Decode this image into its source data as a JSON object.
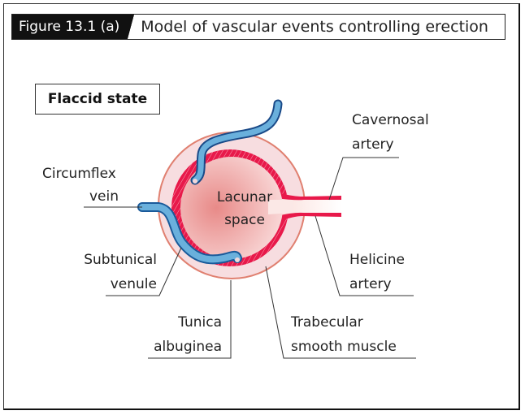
{
  "figure": {
    "number_label": "Figure 13.1 (a)",
    "title": "Model of vascular events controlling erection"
  },
  "state_label": "Flaccid state",
  "center_label": [
    "Lacunar",
    "space"
  ],
  "labels": {
    "circumflex_vein": [
      "Circumflex",
      "vein"
    ],
    "cavernosal_artery": [
      "Cavernosal",
      "artery"
    ],
    "subtunical_venule": [
      "Subtunical",
      "venule"
    ],
    "helicine_artery": [
      "Helicine",
      "artery"
    ],
    "tunica_albuginea": [
      "Tunica",
      "albuginea"
    ],
    "trabecular_smooth_muscle": [
      "Trabecular",
      "smooth muscle"
    ]
  },
  "colors": {
    "tunica": "#f7dde0",
    "tunica_edge": "#e08070",
    "muscle": "#e8194a",
    "lacunar": "#f0a8a4",
    "vein": "#6ab0dc",
    "vein_edge": "#1a5a9a"
  }
}
